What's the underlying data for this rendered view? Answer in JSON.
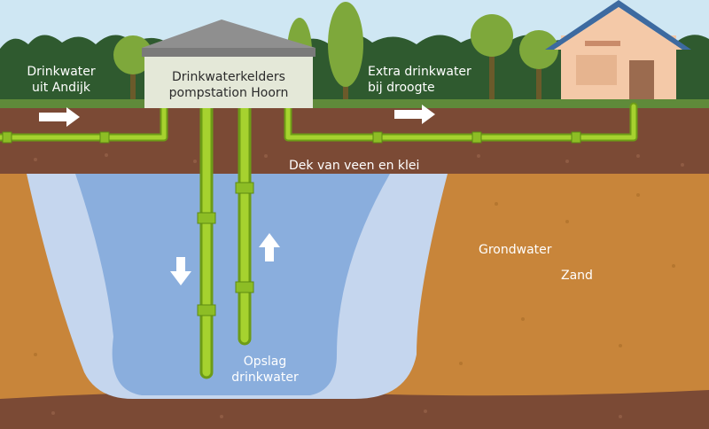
{
  "labels": {
    "source_line1": "Drinkwater",
    "source_line2": "uit Andijk",
    "building_line1": "Drinkwaterkelders",
    "building_line2": "pompstation Hoorn",
    "extra_line1": "Extra drinkwater",
    "extra_line2": "bij droogte",
    "layer_peat_clay": "Dek van veen en klei",
    "groundwater": "Grondwater",
    "sand": "Zand",
    "storage_line1": "Opslag",
    "storage_line2": "drinkwater"
  },
  "colors": {
    "sky": "#cfe7f3",
    "grass": "#5f8a3a",
    "topsoil": "#7b4a35",
    "sand": "#c8853a",
    "water": "#8aaedd",
    "water_edge": "#c5d6ee",
    "pipe": "#9ccc2e",
    "house_wall": "#f4c9a8",
    "roof": "#8f8f8f",
    "building_wall": "#e4e8d8"
  }
}
